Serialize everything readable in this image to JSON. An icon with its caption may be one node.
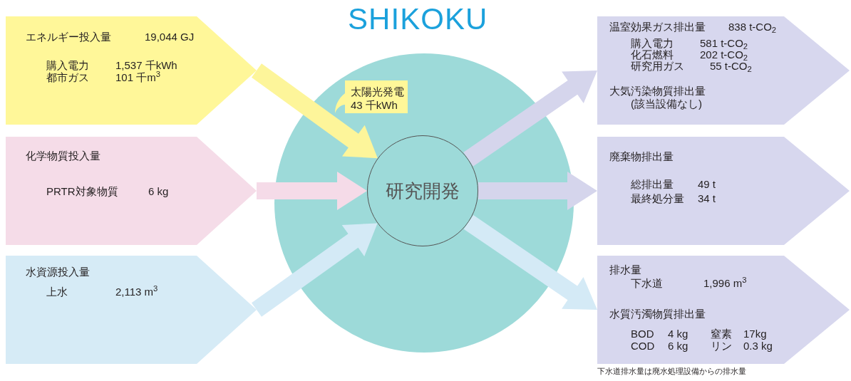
{
  "diagram": {
    "title": "SHIKOKU",
    "nodes": [
      {
        "text": [
          "エネルギー投入量",
          "19,044 GJ",
          "購入電力",
          "1,537 千kWh",
          "都市ガス",
          "101 千m$^{3}$"
        ]
      },
      {
        "text": [
          "化学物質投入量",
          "PRTR対象物質",
          "6 kg"
        ]
      },
      {
        "text": [
          "水資源投入量",
          "上水",
          "2,113 m$^{3}$"
        ]
      },
      {
        "text": [],
        "shape": "circle"
      },
      {
        "text": [
          "研究開発"
        ],
        "in": 3
      },
      {
        "text": [
          "太陽光発電",
          "43 千kWh"
        ],
        "in": 3
      },
      {
        "text": [
          "温室効果ガス排出量",
          "838 t-CO$_{2}$",
          "購入電力",
          "581 t-CO$_{2}$",
          "化石燃料",
          "202 t-CO$_{2}$",
          "研究用ガス",
          "55 t-CO$_{2}$",
          "大気汚染物質排出量",
          "(該当設備なし)"
        ]
      },
      {
        "text": [
          "廃棄物排出量",
          "総排出量",
          "49 t",
          "最終処分量",
          "34 t"
        ]
      },
      {
        "text": [
          "排水量",
          "下水道",
          "1,996 m$^{3}$",
          "水質汚濁物質排出量",
          "BOD",
          "4 kg",
          "窒素",
          "17kg",
          "COD",
          "6 kg",
          "リン",
          "0.3 kg"
        ],
        "beside": [
          "下水道排水量は廃水処理設備からの排水量"
        ]
      }
    ],
    "edges": [
      {
        "from": 0,
        "to": 4,
        "arrow": "to",
        "style": "thick",
        "color": "#fdf59a"
      },
      {
        "from": 1,
        "to": 4,
        "arrow": "to",
        "style": "thick",
        "color": "#f5dbe8"
      },
      {
        "from": 2,
        "to": 4,
        "arrow": "to",
        "style": "thick",
        "color": "#d4eaf6"
      },
      {
        "from": 4,
        "to": 6,
        "arrow": "to",
        "style": "thick",
        "color": "#d5d5ec"
      },
      {
        "from": 4,
        "to": 7,
        "arrow": "to",
        "style": "thick",
        "color": "#d5d5ec"
      },
      {
        "from": 4,
        "to": 8,
        "arrow": "to",
        "style": "thick",
        "color": "#d4eaf6"
      }
    ]
  }
}
